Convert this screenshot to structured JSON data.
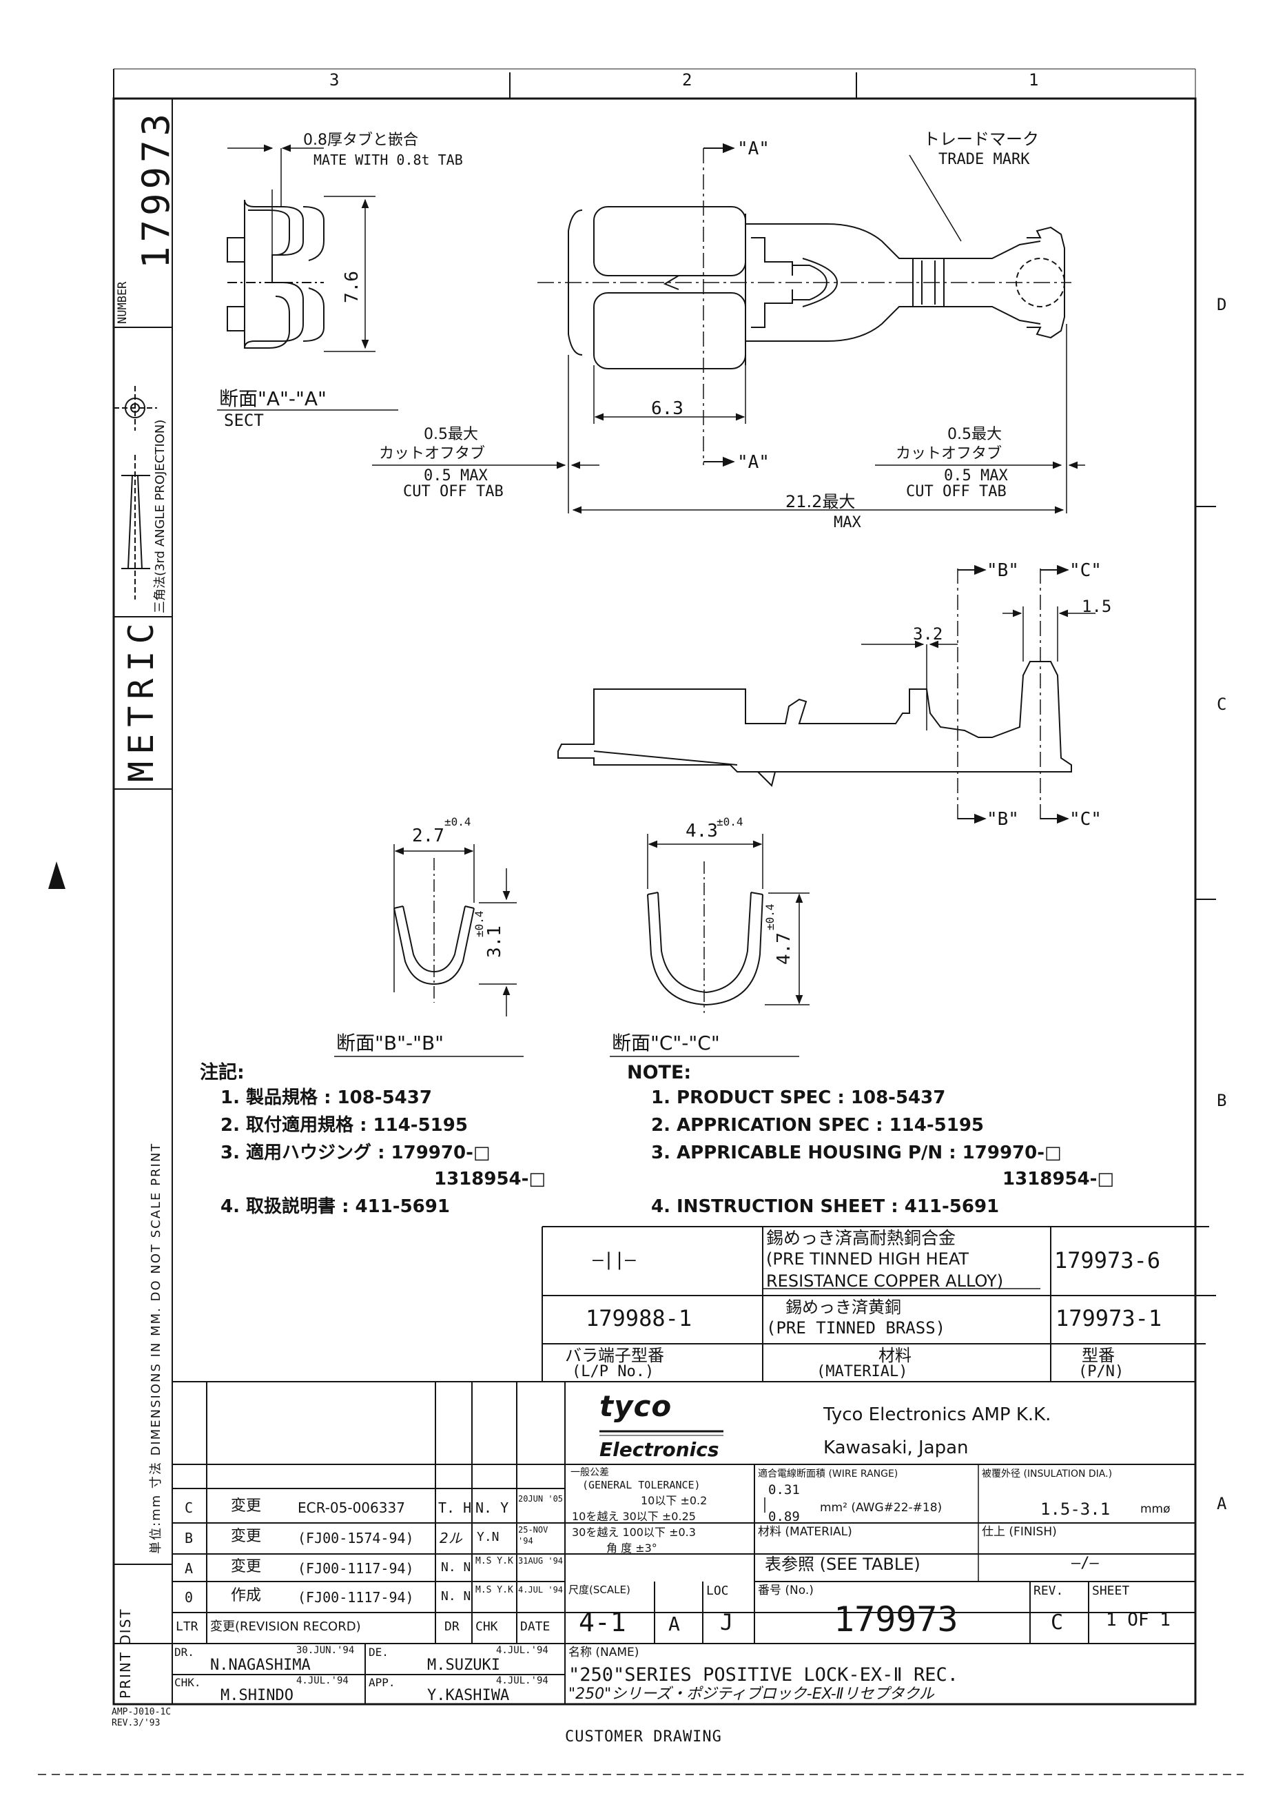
{
  "zones": {
    "col3": "3",
    "col2": "2",
    "col1": "1",
    "rowD": "D",
    "rowC": "C",
    "rowB": "B",
    "rowA": "A"
  },
  "side": {
    "number_label": "NUMBER",
    "number": "179973",
    "projection": "三角法(3rd ANGLE PROJECTION)",
    "metric": "METRIC",
    "dims_note": "単位:mm 寸法 DIMENSIONS IN MM. DO NOT SCALE PRINT",
    "print_dist": "PRINT DIST"
  },
  "sect_aa": {
    "mate_jp": "0.8厚タブと嵌合",
    "mate_en": "MATE WITH 0.8t TAB",
    "height": "7.6",
    "title_jp": "断面\"A\"-\"A\"",
    "title_en": "SECT"
  },
  "top_view": {
    "trade_jp": "トレードマーク",
    "trade_en": "TRADE MARK",
    "a_top": "\"A\"",
    "a_bot": "\"A\"",
    "dim_63": "6.3",
    "left_cut_jp1": "0.5最大",
    "left_cut_jp2": "カットオフタブ",
    "left_cut_en1": "0.5 MAX",
    "left_cut_en2": "CUT OFF TAB",
    "right_cut_jp1": "0.5最大",
    "right_cut_jp2": "カットオフタブ",
    "right_cut_en1": "0.5 MAX",
    "right_cut_en2": "CUT OFF TAB",
    "len_jp": "21.2最大",
    "len_en": "MAX"
  },
  "side_view": {
    "b_top": "\"B\"",
    "c_top": "\"C\"",
    "b_bot": "\"B\"",
    "c_bot": "\"C\"",
    "dim_32": "3.2",
    "dim_15": "1.5"
  },
  "sect_bb": {
    "width": "2.7",
    "width_tol": "±0.4",
    "height": "3.1",
    "height_tol": "±0.4",
    "title": "断面\"B\"-\"B\""
  },
  "sect_cc": {
    "width": "4.3",
    "width_tol": "±0.4",
    "height": "4.7",
    "height_tol": "±0.4",
    "title": "断面\"C\"-\"C\""
  },
  "notes_jp": {
    "title": "注記:",
    "n1": "1. 製品規格 : 108-5437",
    "n2": "2. 取付適用規格 : 114-5195",
    "n3": "3. 適用ハウジング : 179970-□",
    "n3b": "1318954-□",
    "n4": "4. 取扱説明書 : 411-5691"
  },
  "notes_en": {
    "title": "NOTE:",
    "n1": "1. PRODUCT SPEC : 108-5437",
    "n2": "2. APPRICATION SPEC : 114-5195",
    "n3": "3. APPRICABLE HOUSING P/N : 179970-□",
    "n3b": "1318954-□",
    "n4": "4. INSTRUCTION SHEET : 411-5691"
  },
  "material_table": {
    "r1_lp": "—||—",
    "r1_mat_jp": "錫めっき済高耐熱銅合金",
    "r1_mat_en1": "(PRE TINNED HIGH HEAT",
    "r1_mat_en2": "RESISTANCE COPPER ALLOY)",
    "r1_pn": "179973-6",
    "r2_lp": "179988-1",
    "r2_mat_jp": "錫めっき済黄銅",
    "r2_mat_en": "(PRE TINNED BRASS)",
    "r2_pn": "179973-1",
    "h_lp_jp": "バラ端子型番",
    "h_lp_en": "(L/P No.)",
    "h_mat_jp": "材料",
    "h_mat_en": "(MATERIAL)",
    "h_pn_jp": "型番",
    "h_pn_en": "(P/N)"
  },
  "company": {
    "logo1": "tyco",
    "logo2": "Electronics",
    "name": "Tyco Electronics AMP K.K.",
    "city": "Kawasaki, Japan"
  },
  "tolerance": {
    "title_jp": "一般公差",
    "title_en": "(GENERAL TOLERANCE)",
    "r1": "10以下 ±0.2",
    "r2": "10を越え 30以下 ±0.25",
    "r3": "30を越え 100以下 ±0.3",
    "r4": "角 度 ±3°"
  },
  "wire": {
    "label": "適合電線断面積 (WIRE RANGE)",
    "min": "0.31",
    "max": "0.89",
    "unit": "mm² (AWG#22-#18)"
  },
  "insulation": {
    "label": "被覆外径 (INSULATION DIA.)",
    "value": "1.5-3.1",
    "unit": "mmø"
  },
  "material_ref": {
    "label": "材料 (MATERIAL)",
    "value": "表参照 (SEE TABLE)"
  },
  "finish": {
    "label": "仕上 (FINISH)",
    "value": "—/—"
  },
  "scale": {
    "label": "尺度(SCALE)",
    "value": "4-1",
    "size": "A"
  },
  "loc": {
    "label": "LOC",
    "value": "J"
  },
  "drawing_no": {
    "label": "番号 (No.)",
    "value": "179973"
  },
  "rev": {
    "label": "REV.",
    "value": "C"
  },
  "sheet": {
    "label": "SHEET",
    "value": "1 OF 1"
  },
  "title_block": {
    "name_label": "名称 (NAME)",
    "name_en": "\"250\"SERIES POSITIVE LOCK-EX-Ⅱ REC.",
    "name_jp": "\"250\"シリーズ・ポジティブロック-EX-Ⅱリセプタクル"
  },
  "revisions": [
    {
      "ltr": "C",
      "desc": "変更",
      "rec": "ECR-05-006337",
      "dr": "T. H",
      "chk": "N. Y",
      "date": "20JUN '05"
    },
    {
      "ltr": "B",
      "desc": "変更",
      "rec": "(FJ00-1574-94)",
      "dr": "2ル",
      "chk": "Y.N",
      "date": "25-NOV '94"
    },
    {
      "ltr": "A",
      "desc": "変更",
      "rec": "(FJ00-1117-94)",
      "dr": "N. N",
      "chk": "M.S Y.K",
      "date": "31AUG '94"
    },
    {
      "ltr": "0",
      "desc": "作成",
      "rec": "(FJ00-1117-94)",
      "dr": "N. N",
      "chk": "M.S Y.K",
      "date": "4.JUL '94"
    }
  ],
  "rev_header": {
    "ltr": "LTR",
    "desc": "変更(REVISION RECORD)",
    "dr": "DR",
    "chk": "CHK",
    "date": "DATE"
  },
  "signoff": {
    "dr_label": "DR.",
    "dr_date": "30.JUN.'94",
    "dr_name": "N.NAGASHIMA",
    "de_label": "DE.",
    "de_date": "4.JUL.'94",
    "de_name": "M.SUZUKI",
    "chk_label": "CHK.",
    "chk_date": "4.JUL.'94",
    "chk_name": "M.SHINDO",
    "app_label": "APP.",
    "app_date": "4.JUL.'94",
    "app_name": "Y.KASHIWA"
  },
  "form": {
    "code": "AMP-J010-1C",
    "rev": "REV.3/'93"
  },
  "footer": {
    "label": "CUSTOMER DRAWING"
  }
}
